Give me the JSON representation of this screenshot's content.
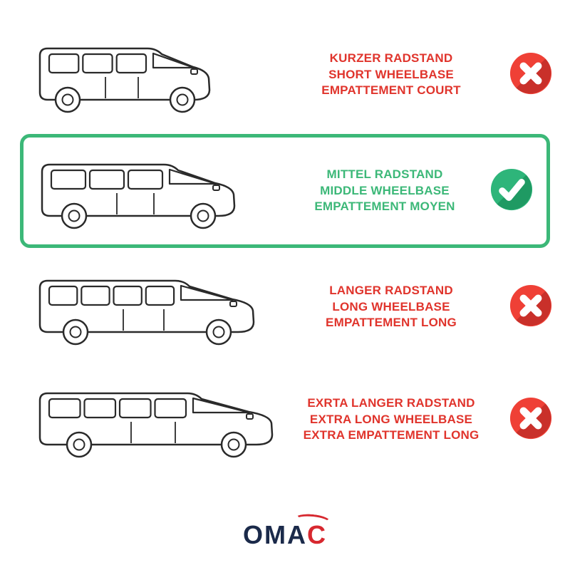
{
  "colors": {
    "text_red": "#e0342c",
    "text_green": "#3cb878",
    "icon_red": "#ef4036",
    "icon_red_shadow": "#c9302a",
    "icon_green": "#2eb57a",
    "icon_green_shadow": "#1f9a63",
    "highlight_border": "#3cb878",
    "logo_navy": "#1b2a4a",
    "logo_red": "#d7282f",
    "line_art": "#2a2a2a"
  },
  "rows": [
    {
      "id": "short-wheelbase",
      "lines": [
        "KURZER RADSTAND",
        "SHORT WHEELBASE",
        "EMPATTEMENT COURT"
      ],
      "icon": "x",
      "highlighted": false
    },
    {
      "id": "middle-wheelbase",
      "lines": [
        "MITTEL RADSTAND",
        "MIDDLE WHEELBASE",
        "EMPATTEMENT MOYEN"
      ],
      "icon": "check",
      "highlighted": true
    },
    {
      "id": "long-wheelbase",
      "lines": [
        "LANGER RADSTAND",
        "LONG WHEELBASE",
        "EMPATTEMENT LONG"
      ],
      "icon": "x",
      "highlighted": false
    },
    {
      "id": "extra-long-wheelbase",
      "lines": [
        "EXRTA LANGER RADSTAND",
        "EXTRA LONG WHEELBASE",
        "EXTRA EMPATTEMENT LONG"
      ],
      "icon": "x",
      "highlighted": false
    }
  ],
  "logo": {
    "text": "OMAC",
    "prefix": "OMA",
    "suffix": "C"
  }
}
